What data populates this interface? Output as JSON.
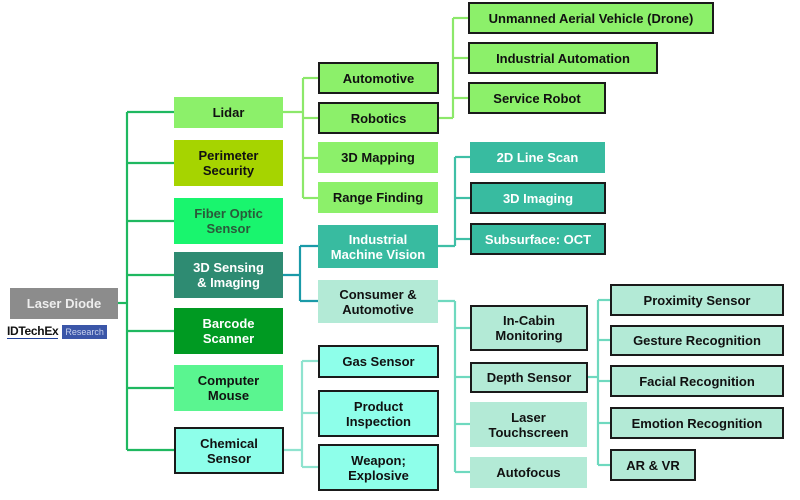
{
  "colors": {
    "root": "#8c8c8c",
    "lidar": "#8cf06a",
    "lidar_line": "#8ce86a",
    "perimeter": "#a6d400",
    "fiber": "#19f56e",
    "sensing": "#2e8b72",
    "barcode": "#009a22",
    "mouse": "#5af590",
    "chemical": "#8effea",
    "chemical_line": "#8fe3cf",
    "mv": "#38bba0",
    "mv_line": "#3fbfa6",
    "consumer": "#b3ead6",
    "consumer_line": "#6fd9bf",
    "trunk_line": "#1fb860",
    "sensing_line": "#1a9aa8"
  },
  "root": {
    "label": "Laser Diode"
  },
  "logo": {
    "brand": "IDTechEx",
    "badge": "Research"
  },
  "level1": [
    {
      "label": "Lidar"
    },
    {
      "label": "Perimeter\nSecurity"
    },
    {
      "label": "Fiber Optic\nSensor"
    },
    {
      "label": "3D Sensing\n& Imaging"
    },
    {
      "label": "Barcode\nScanner"
    },
    {
      "label": "Computer\nMouse"
    },
    {
      "label": "Chemical\nSensor"
    }
  ],
  "lidar_children": [
    {
      "label": "Automotive"
    },
    {
      "label": "Robotics"
    },
    {
      "label": "3D Mapping"
    },
    {
      "label": "Range Finding"
    }
  ],
  "robotics_children": [
    {
      "label": "Unmanned Aerial Vehicle (Drone)"
    },
    {
      "label": "Industrial Automation"
    },
    {
      "label": "Service Robot"
    }
  ],
  "sensing_children": [
    {
      "label": "Industrial\nMachine Vision"
    },
    {
      "label": "Consumer &\nAutomotive"
    }
  ],
  "machine_vision_children": [
    {
      "label": "2D Line Scan"
    },
    {
      "label": "3D Imaging"
    },
    {
      "label": "Subsurface: OCT"
    }
  ],
  "consumer_children": [
    {
      "label": "In-Cabin\nMonitoring"
    },
    {
      "label": "Depth Sensor"
    },
    {
      "label": "Laser\nTouchscreen"
    },
    {
      "label": "Autofocus"
    }
  ],
  "depth_children": [
    {
      "label": "Proximity Sensor"
    },
    {
      "label": "Gesture Recognition"
    },
    {
      "label": "Facial Recognition"
    },
    {
      "label": "Emotion Recognition"
    },
    {
      "label": "AR & VR"
    }
  ],
  "chemical_children": [
    {
      "label": "Gas Sensor"
    },
    {
      "label": "Product\nInspection"
    },
    {
      "label": "Weapon;\nExplosive"
    }
  ]
}
